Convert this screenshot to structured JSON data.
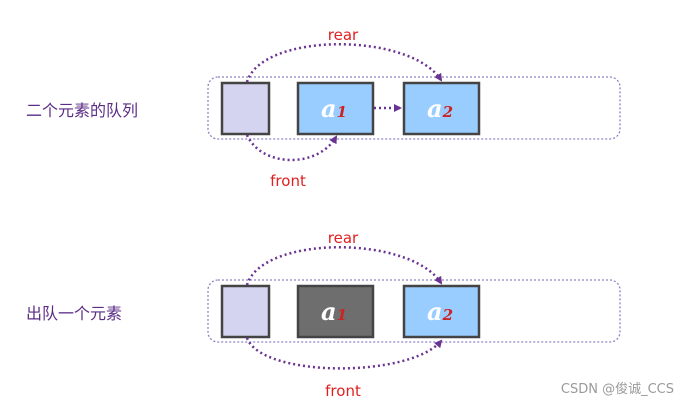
{
  "diagram": {
    "rows": [
      {
        "label": "二个元素的队列",
        "rear_label": "rear",
        "front_label": "front",
        "nodes": [
          {
            "letter": "a",
            "subscript": "1",
            "state": "active"
          },
          {
            "letter": "a",
            "subscript": "2",
            "state": "active"
          }
        ]
      },
      {
        "label": "出队一个元素",
        "rear_label": "rear",
        "front_label": "front",
        "nodes": [
          {
            "letter": "a",
            "subscript": "1",
            "state": "dequeued"
          },
          {
            "letter": "a",
            "subscript": "2",
            "state": "active"
          }
        ]
      }
    ]
  },
  "watermark": "CSDN @俊诚_CCS",
  "colors": {
    "arrow": "#6a3391",
    "pointer_label": "#e02020",
    "head_box_fill": "#d4d4f0",
    "node_fill_active": "#99ccff",
    "node_fill_dequeued": "#6e6e6e",
    "node_border": "#444444",
    "subscript": "#cc2222",
    "container_border": "#8a84c8"
  }
}
